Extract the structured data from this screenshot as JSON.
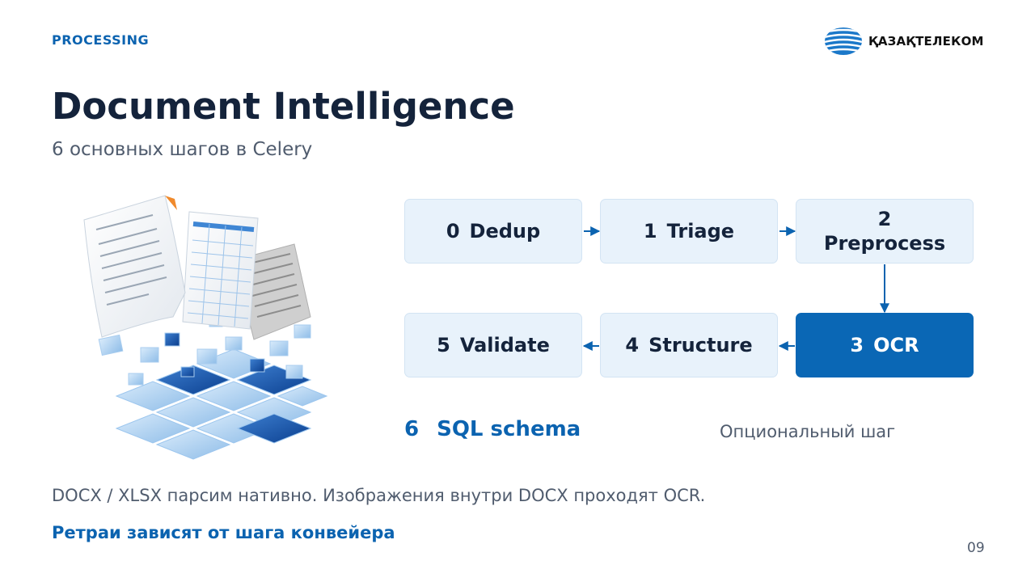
{
  "header": {
    "eyebrow": "PROCESSING",
    "logo_text": "ҚАЗАҚТЕЛЕКОМ"
  },
  "title": "Document Intelligence",
  "subtitle": "6 основных шагов в Celery",
  "pipeline": {
    "steps": [
      {
        "num": "0",
        "label": "Dedup"
      },
      {
        "num": "1",
        "label": "Triage"
      },
      {
        "num": "2",
        "label": "Preprocess"
      },
      {
        "num": "3",
        "label": "OCR"
      },
      {
        "num": "4",
        "label": "Structure"
      },
      {
        "num": "5",
        "label": "Validate"
      }
    ],
    "active_step": "3",
    "optional_step": {
      "num": "6",
      "label": "SQL schema",
      "note": "Опциональный шаг"
    }
  },
  "footnote": "DOCX / XLSX парсим нативно. Изображения внутри DOCX проходят OCR.",
  "footnote_strong": "Ретраи зависят от шага конвейера",
  "page_number": "09",
  "colors": {
    "brand_blue": "#0b63b0",
    "active_step": "#0a67b5",
    "step_bg": "#e8f2fb",
    "title": "#14233b",
    "muted": "#505c6e"
  },
  "icons": {
    "logo": "kazakhtelecom-globe-icon",
    "illustration": "documents-to-data-tiles-illustration"
  }
}
